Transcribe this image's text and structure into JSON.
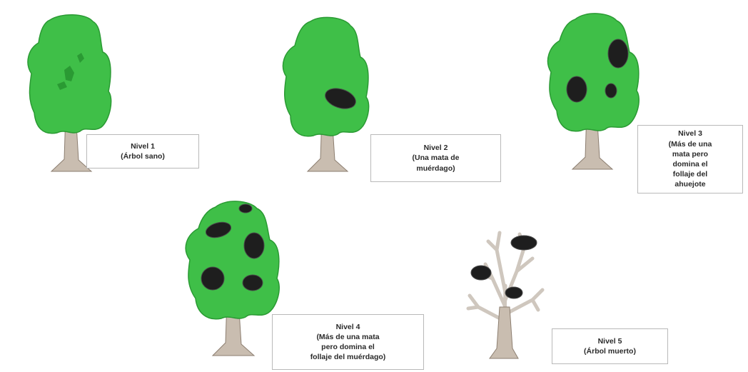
{
  "colors": {
    "foliage": "#3fbf48",
    "foliage_dark": "#2a9a33",
    "mistletoe": "#1e1e1e",
    "trunk": "#c9bdb0",
    "trunk_edge": "#8c7e70",
    "dead_branch": "#cfc7be",
    "box_border": "#b9b9b9",
    "text": "#2a2a2a"
  },
  "levels": [
    {
      "id": 1,
      "title": "Nivel 1",
      "desc_lines": [
        "(Árbol sano)"
      ],
      "mistletoe_clumps": 0,
      "state": "healthy"
    },
    {
      "id": 2,
      "title": "Nivel 2",
      "desc_lines": [
        "(Una mata de",
        "muérdago)"
      ],
      "mistletoe_clumps": 1,
      "state": "infected"
    },
    {
      "id": 3,
      "title": "Nivel 3",
      "desc_lines": [
        "(Más de una",
        "mata  pero",
        "domina el",
        "follaje del",
        "ahuejote"
      ],
      "mistletoe_clumps": 3,
      "state": "infected"
    },
    {
      "id": 4,
      "title": "Nivel 4",
      "desc_lines": [
        "(Más de una mata",
        "pero domina el",
        "follaje del muérdago)"
      ],
      "mistletoe_clumps": 5,
      "state": "infected"
    },
    {
      "id": 5,
      "title": "Nivel 5",
      "desc_lines": [
        "(Árbol muerto)"
      ],
      "mistletoe_clumps": 3,
      "state": "dead"
    }
  ]
}
